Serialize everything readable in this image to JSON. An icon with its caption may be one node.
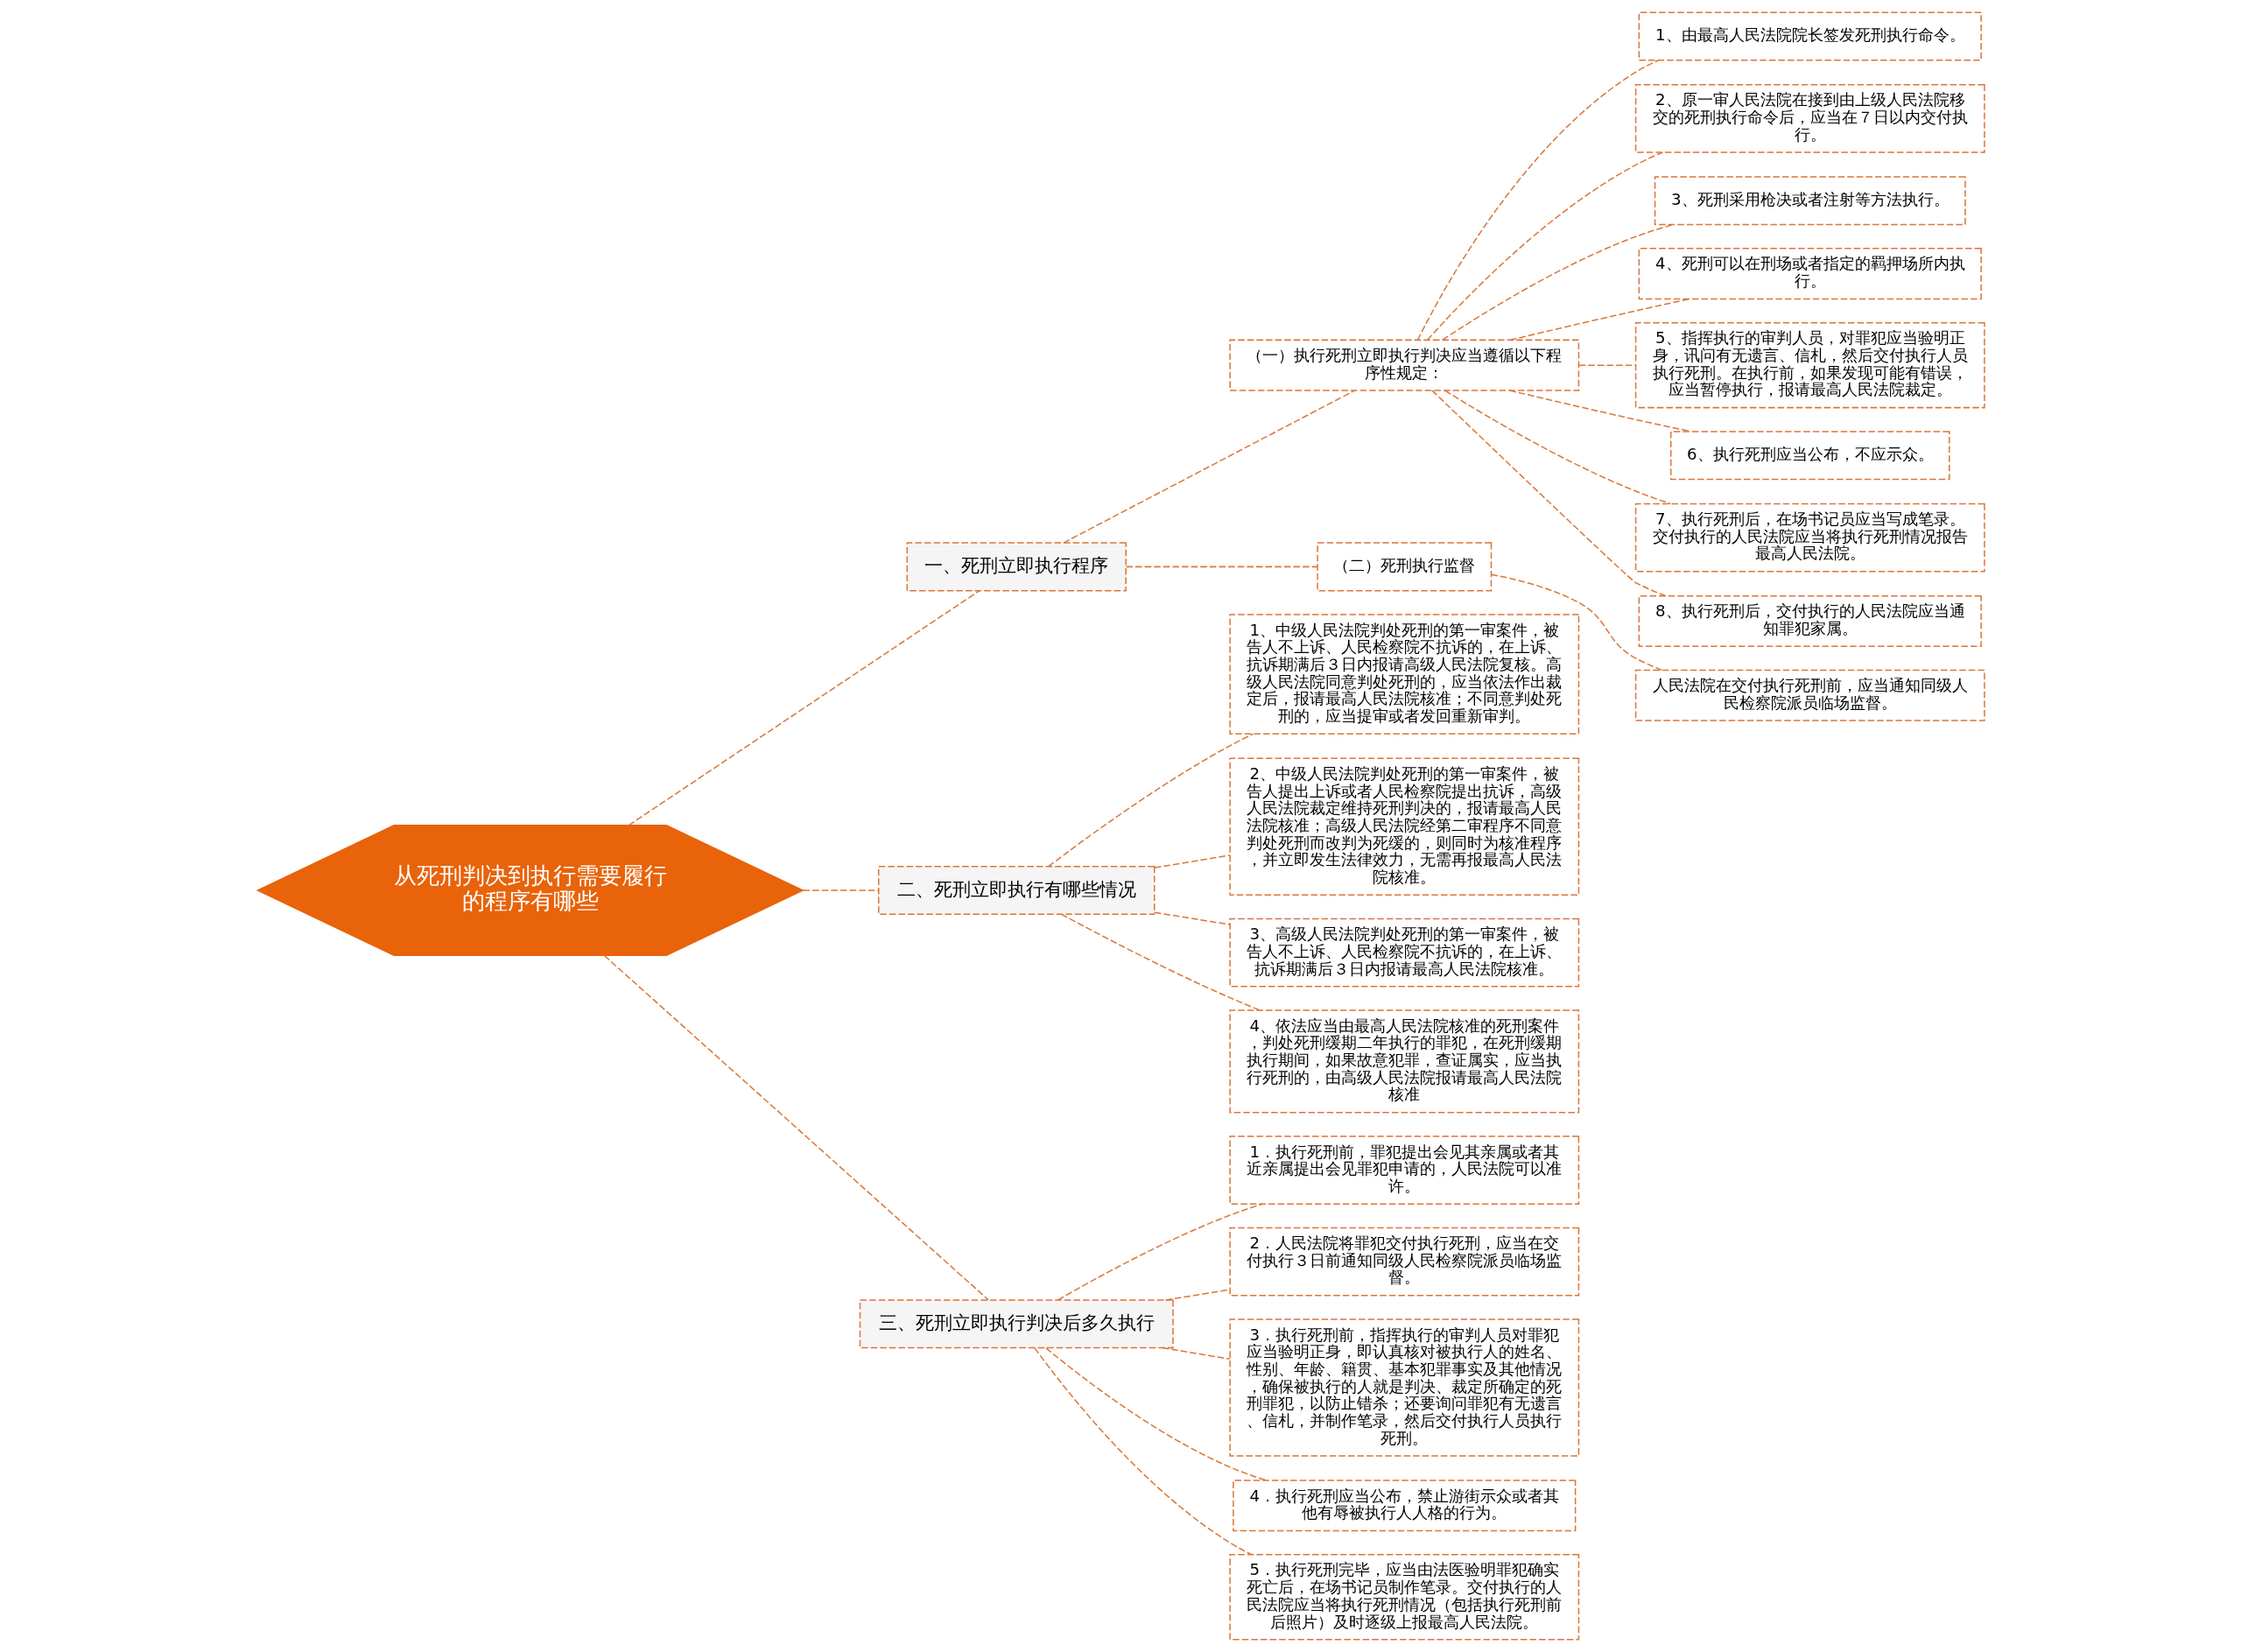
{
  "diagram": {
    "nodes": [
      {
        "text": [
          "从死刑判决到执行需要履行的程序有哪些"
        ]
      },
      {
        "text": [
          "一、死刑立即执行程序"
        ]
      },
      {
        "text": [
          "（一）执行死刑立即执行判决应当遵循以下程序性规定："
        ]
      },
      {
        "text": [
          "1、由最高人民法院院长签发死刑执行命令。"
        ]
      },
      {
        "text": [
          "2、原一审人民法院在接到由上级人民法院移交的死刑执行命令后，应当在７日以内交付执行。"
        ]
      },
      {
        "text": [
          "3、死刑采用枪决或者注射等方法执行。"
        ]
      },
      {
        "text": [
          "4、死刑可以在刑场或者指定的羁押场所内执行。"
        ]
      },
      {
        "text": [
          "5、指挥执行的审判人员，对罪犯应当验明正身，讯问有无遗言、信札，然后交付执行人员执行死刑。在执行前，如果发现可能有错误，应当暂停执行，报请最高人民法院裁定。"
        ]
      },
      {
        "text": [
          "6、执行死刑应当公布，不应示众。"
        ]
      },
      {
        "text": [
          "7、执行死刑后，在场书记员应当写成笔录。交付执行的人民法院应当将执行死刑情况报告最高人民法院。"
        ]
      },
      {
        "text": [
          "8、执行死刑后，交付执行的人民法院应当通知罪犯家属。"
        ]
      },
      {
        "text": [
          "（二）死刑执行监督"
        ]
      },
      {
        "text": [
          "人民法院在交付执行死刑前，应当通知同级人民检察院派员临场监督。"
        ]
      },
      {
        "text": [
          "二、死刑立即执行有哪些情况"
        ]
      },
      {
        "text": [
          "1、中级人民法院判处死刑的第一审案件，被告人不上诉、人民检察院不抗诉的，在上诉、抗诉期满后３日内报请高级人民法院复核。高级人民法院同意判处死刑的，应当依法作出裁定后，报请最高人民法院核准；不同意判处死刑的，应当提审或者发回重新审判。"
        ]
      },
      {
        "text": [
          "2、中级人民法院判处死刑的第一审案件，被告人提出上诉或者人民检察院提出抗诉，高级人民法院裁定维持死刑判决的，报请最高人民法院核准；高级人民法院经第二审程序不同意判处死刑而改判为死缓的，则同时为核准程序，并立即发生法律效力，无需再报最高人民法院核准。"
        ]
      },
      {
        "text": [
          "3、高级人民法院判处死刑的第一审案件，被告人不上诉、人民检察院不抗诉的，在上诉、抗诉期满后３日内报请最高人民法院核准。"
        ]
      },
      {
        "text": [
          "4、依法应当由最高人民法院核准的死刑案件，判处死刑缓期二年执行的罪犯，在死刑缓期执行期间，如果故意犯罪，查证属实，应当执行死刑的，由高级人民法院报请最高人民法院核准"
        ]
      },
      {
        "text": [
          "三、死刑立即执行判决后多久执行"
        ]
      },
      {
        "text": [
          "1．执行死刑前，罪犯提出会见其亲属或者其近亲属提出会见罪犯申请的，人民法院可以准许。"
        ]
      },
      {
        "text": [
          "2．人民法院将罪犯交付执行死刑，应当在交付执行３日前通知同级人民检察院派员临场监督。"
        ]
      },
      {
        "text": [
          "3．执行死刑前，指挥执行的审判人员对罪犯应当验明正身，即认真核对被执行人的姓名、性别、年龄、籍贯、基本犯罪事实及其他情况，确保被执行的人就是判决、裁定所确定的死刑罪犯，以防止错杀；还要询问罪犯有无遗言、信札，并制作笔录，然后交付执行人员执行死刑。"
        ]
      },
      {
        "text": [
          "4．执行死刑应当公布，禁止游街示众或者其他有辱被执行人人格的行为。"
        ]
      },
      {
        "text": [
          "5．执行死刑完毕，应当由法医验明罪犯确实死亡后，在场书记员制作笔录。交付执行的人民法院应当将执行死刑情况（包括执行死刑前后照片）及时逐级上报最高人民法院。"
        ]
      }
    ],
    "edges": [
      {
        "from": 0,
        "to": 1,
        "arrow": "none"
      },
      {
        "from": 1,
        "to": 2,
        "arrow": "none"
      },
      {
        "from": 2,
        "to": 3,
        "arrow": "none"
      },
      {
        "from": 2,
        "to": 4,
        "arrow": "none"
      },
      {
        "from": 2,
        "to": 5,
        "arrow": "none"
      },
      {
        "from": 2,
        "to": 6,
        "arrow": "none"
      },
      {
        "from": 2,
        "to": 7,
        "arrow": "none"
      },
      {
        "from": 2,
        "to": 8,
        "arrow": "none"
      },
      {
        "from": 2,
        "to": 9,
        "arrow": "none"
      },
      {
        "from": 2,
        "to": 10,
        "arrow": "none"
      },
      {
        "from": 1,
        "to": 11,
        "arrow": "none"
      },
      {
        "from": 11,
        "to": 12,
        "arrow": "none"
      },
      {
        "from": 0,
        "to": 13,
        "arrow": "none"
      },
      {
        "from": 13,
        "to": 14,
        "arrow": "none"
      },
      {
        "from": 13,
        "to": 15,
        "arrow": "none"
      },
      {
        "from": 13,
        "to": 16,
        "arrow": "none"
      },
      {
        "from": 13,
        "to": 17,
        "arrow": "none"
      },
      {
        "from": 0,
        "to": 18,
        "arrow": "none"
      },
      {
        "from": 18,
        "to": 19,
        "arrow": "none"
      },
      {
        "from": 18,
        "to": 20,
        "arrow": "none"
      },
      {
        "from": 18,
        "to": 21,
        "arrow": "none"
      },
      {
        "from": 18,
        "to": 22,
        "arrow": "none"
      },
      {
        "from": 18,
        "to": 23,
        "arrow": "none"
      }
    ]
  }
}
